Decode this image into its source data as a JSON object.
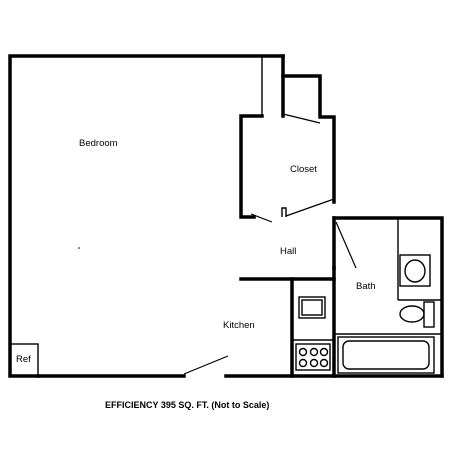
{
  "rooms": {
    "bedroom": "Bedroom",
    "closet": "Closet",
    "hall": "Hall",
    "bath": "Bath",
    "kitchen": "Kitchen",
    "ref": "Ref"
  },
  "caption": "EFFICIENCY 395 SQ. FT. (Not to Scale)"
}
